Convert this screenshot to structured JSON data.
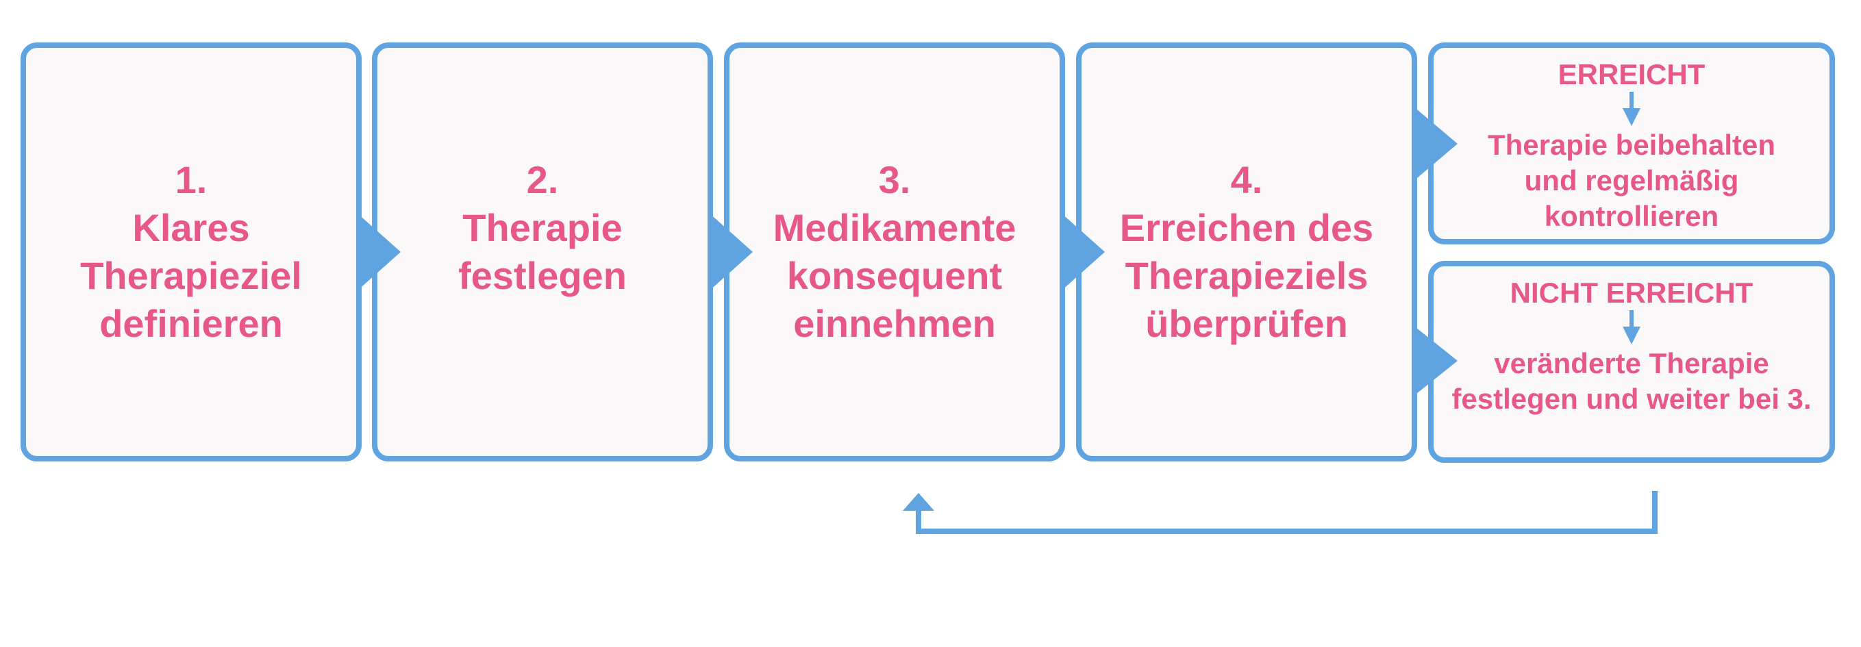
{
  "steps": [
    {
      "number": "1.",
      "lines": [
        "Klares",
        "Therapieziel",
        "definieren"
      ]
    },
    {
      "number": "2.",
      "lines": [
        "Therapie",
        "festlegen"
      ]
    },
    {
      "number": "3.",
      "lines": [
        "Medikamente",
        "konsequent",
        "einnehmen"
      ]
    },
    {
      "number": "4.",
      "lines": [
        "Erreichen des",
        "Therapieziels",
        "überprüfen"
      ]
    }
  ],
  "outcomes": {
    "achieved": {
      "status": "ERREICHT",
      "lines": [
        "Therapie beibehalten",
        "und regelmäßig",
        "kontrollieren"
      ]
    },
    "not_achieved": {
      "status": "NICHT ERREICHT",
      "lines": [
        "veränderte Therapie",
        "festlegen und weiter bei 3."
      ]
    }
  },
  "colors": {
    "accent_text": "#e8578a",
    "border": "#5fa3e0",
    "box_fill": "#faf8f9"
  },
  "icons": [
    "arrow-right-icon",
    "arrow-down-icon",
    "loop-back-arrow-icon"
  ]
}
